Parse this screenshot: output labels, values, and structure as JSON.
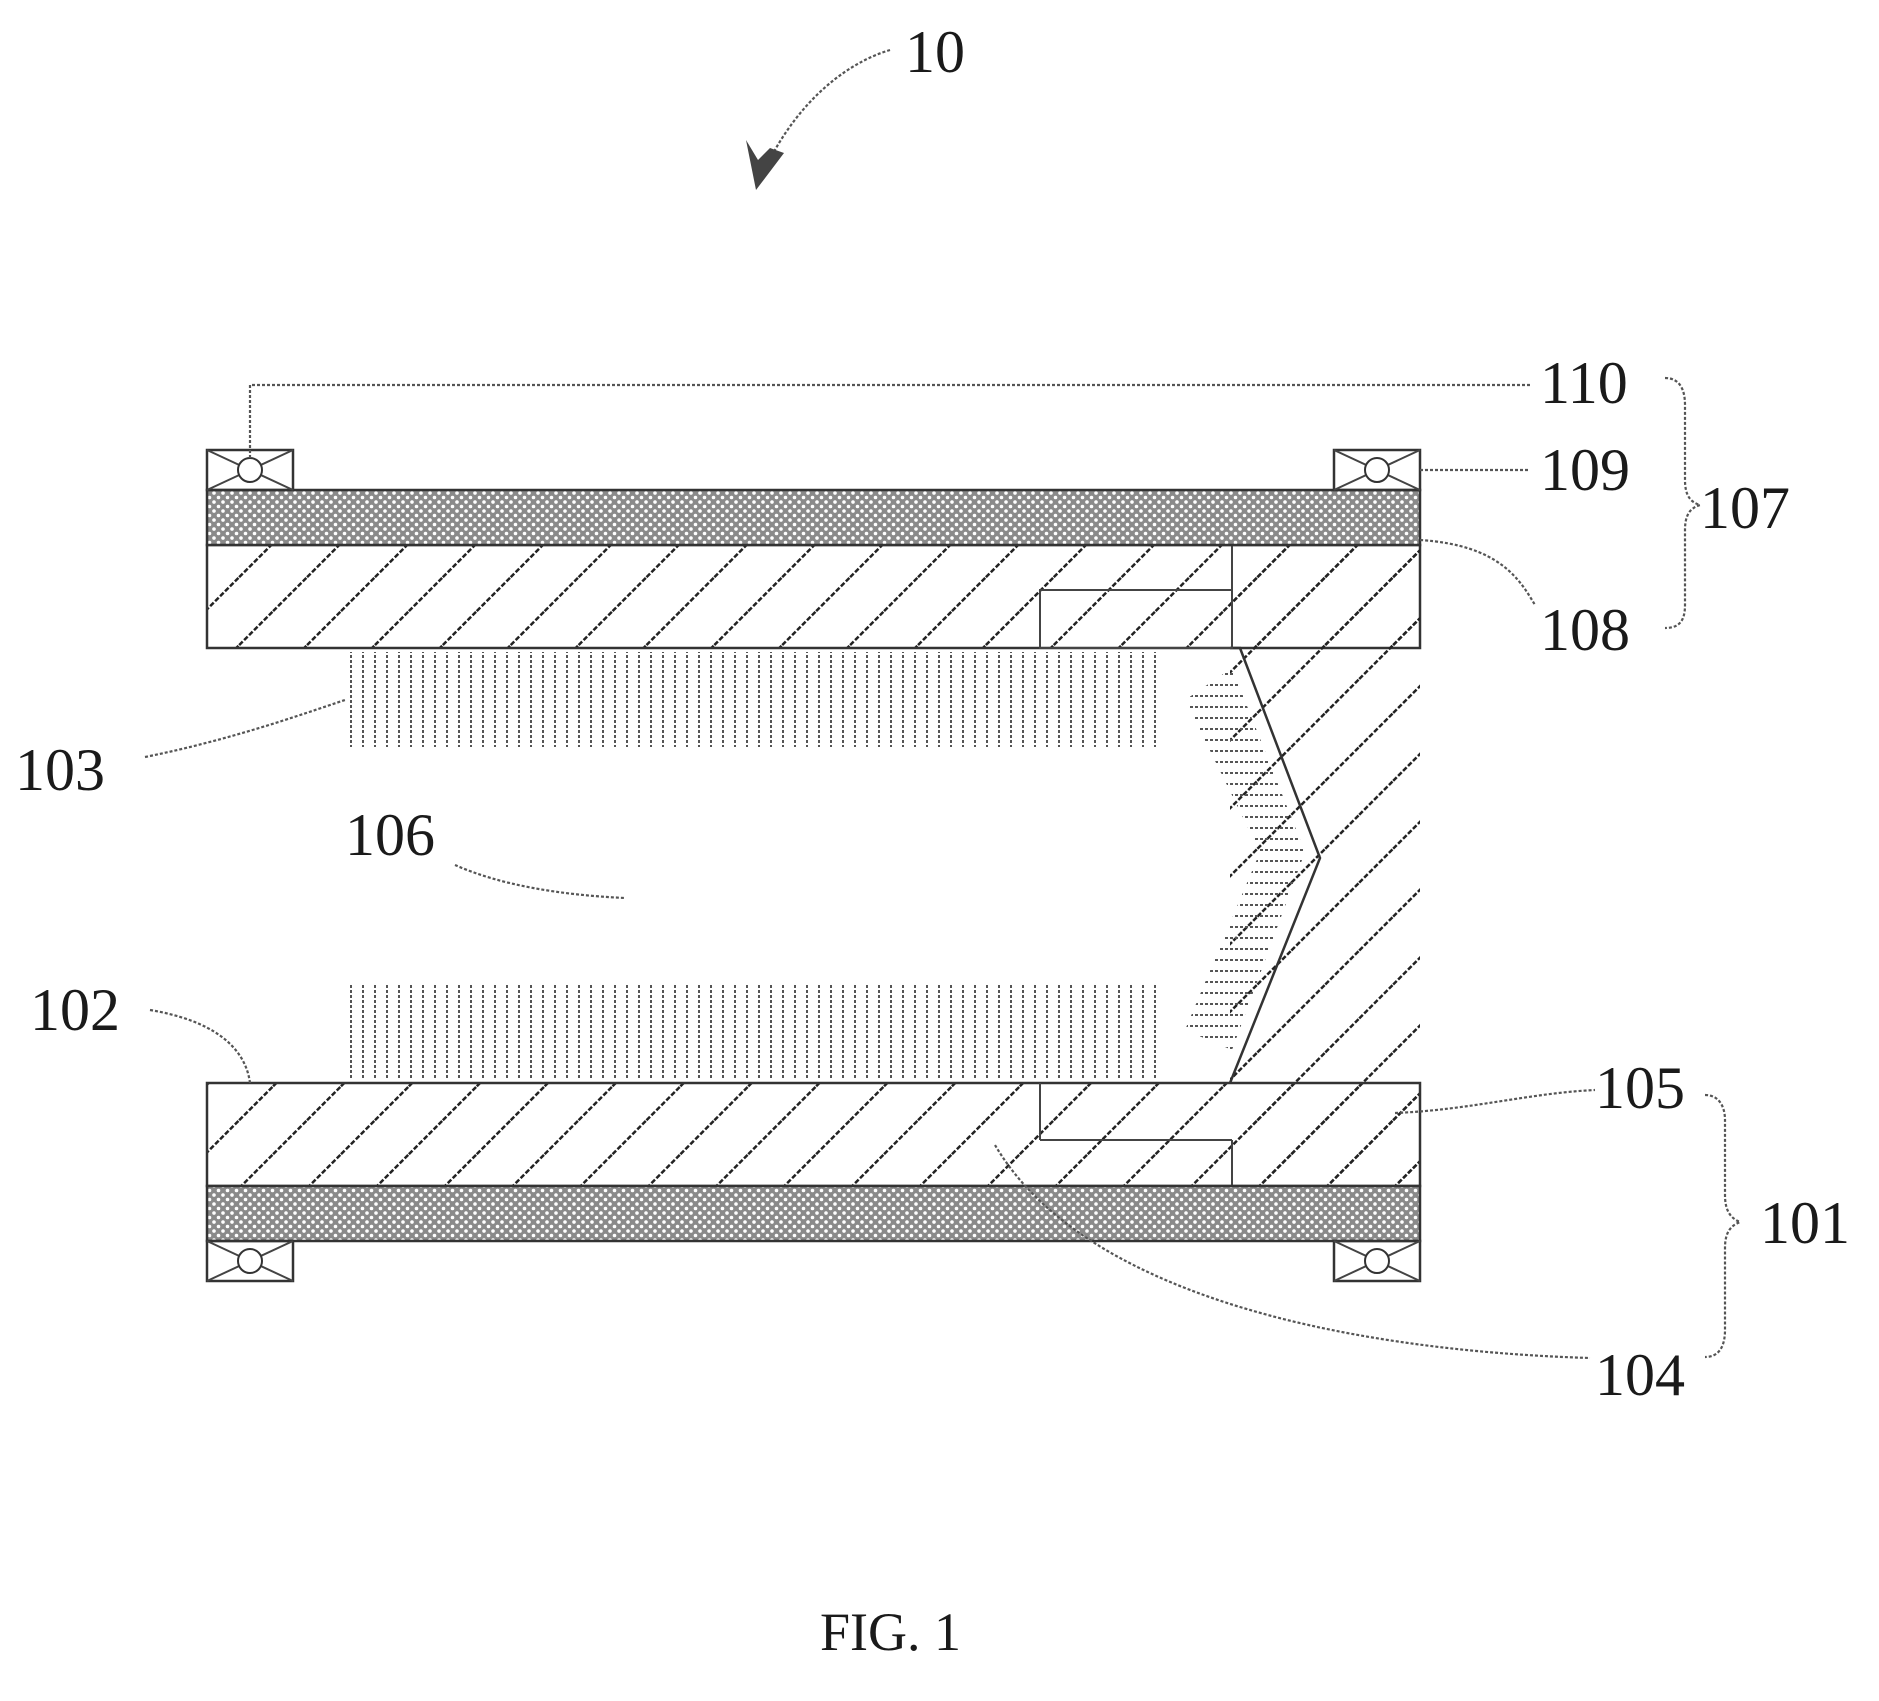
{
  "figure": {
    "caption": "FIG. 1",
    "labels": {
      "device": "10",
      "l101": "101",
      "l102": "102",
      "l103": "103",
      "l104": "104",
      "l105": "105",
      "l106": "106",
      "l107": "107",
      "l108": "108",
      "l109": "109",
      "l110": "110"
    }
  }
}
